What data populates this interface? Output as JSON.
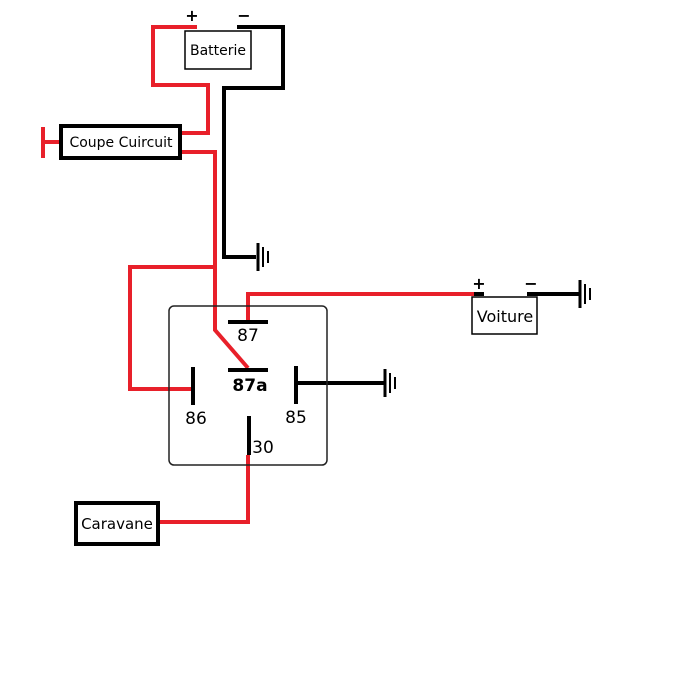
{
  "components": {
    "battery": {
      "label": "Batterie",
      "plus": "+",
      "minus": "−"
    },
    "breaker": {
      "label": "Coupe Cuircuit"
    },
    "car": {
      "label": "Voiture",
      "plus": "+",
      "minus": "−"
    },
    "caravan": {
      "label": "Caravane"
    }
  },
  "relay": {
    "pins": {
      "p87": "87",
      "p87a": "87a",
      "p86": "86",
      "p85": "85",
      "p30": "30"
    }
  },
  "colors": {
    "positive": "#e8202a",
    "negative": "#000000",
    "relay_box": "#222222"
  }
}
